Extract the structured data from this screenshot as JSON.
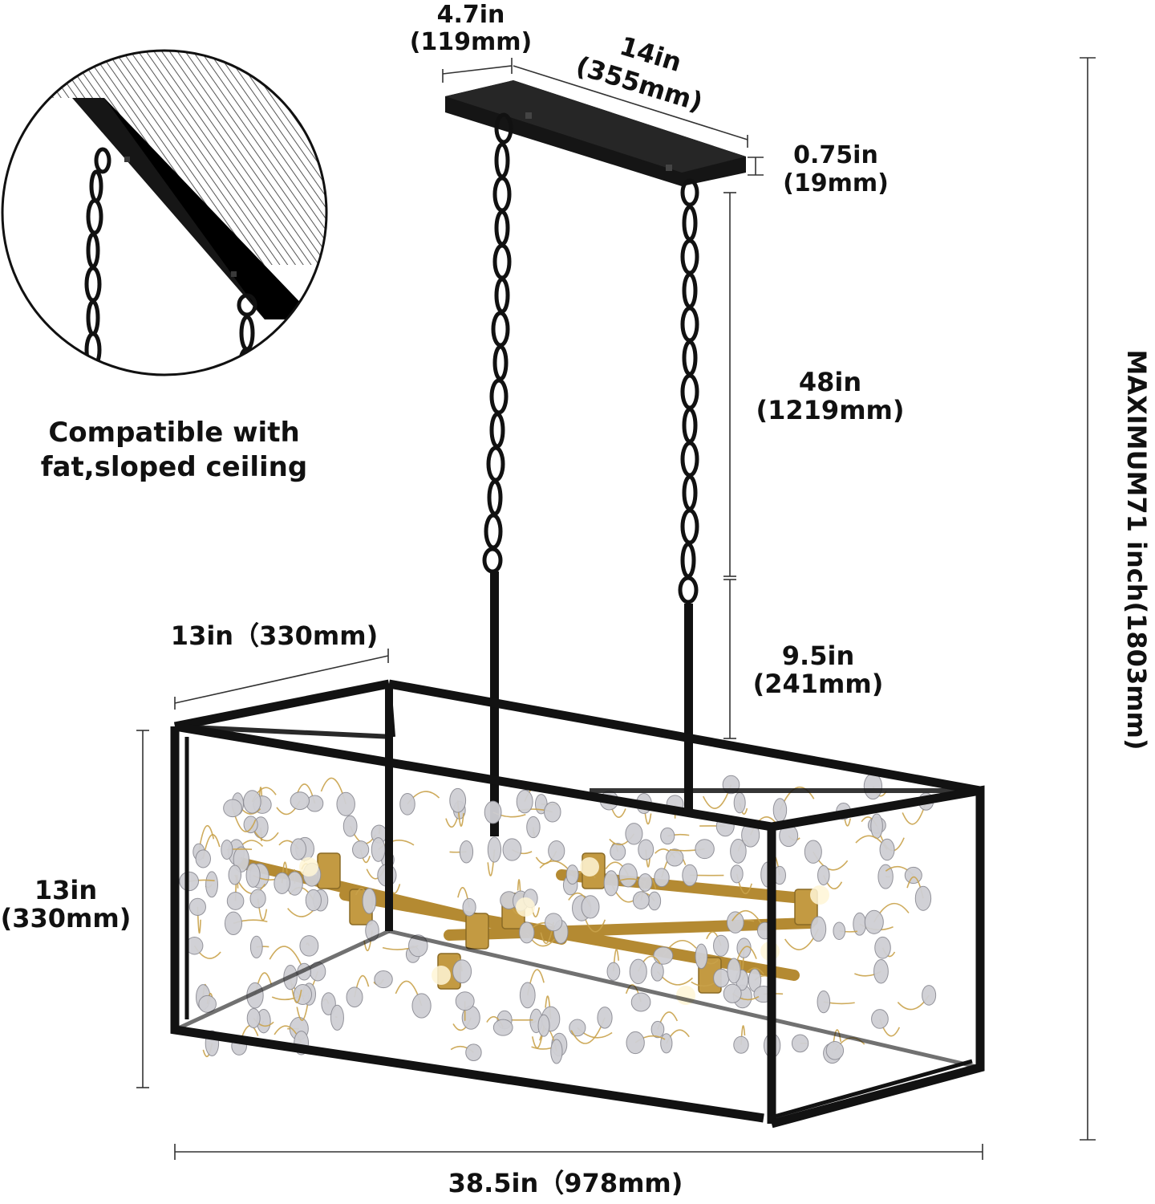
{
  "inset": {
    "caption_line1": "Compatible with",
    "caption_line2": "fat,sloped ceiling"
  },
  "dimensions": {
    "base_width_in": "4.7in",
    "base_width_mm": "(119mm)",
    "base_length_in": "14in",
    "base_length_mm": "(355mm)",
    "base_thickness_in": "0.75in",
    "base_thickness_mm": "(19mm)",
    "chain_length_in": "48in",
    "chain_length_mm": "(1219mm)",
    "rod_length_in": "9.5in",
    "rod_length_mm": "(241mm)",
    "depth": "13in（330mm)",
    "height_in": "13in",
    "height_mm": "(330mm)",
    "length": "38.5in（978mm)",
    "maximum": "MAXIMUM71 inch(1803mm)"
  },
  "colors": {
    "frame": "#121212",
    "brass": "#c9a24a",
    "crystal": "#cfcfd4",
    "line": "#222222"
  }
}
